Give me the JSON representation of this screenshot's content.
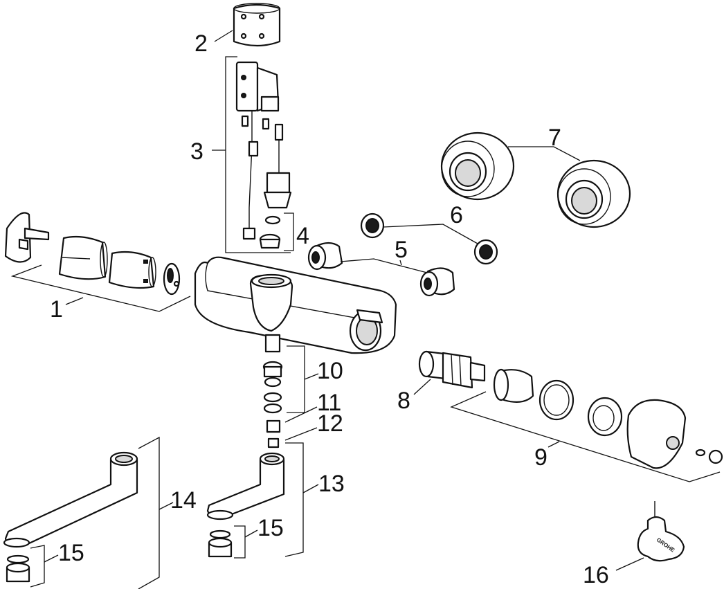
{
  "part_numbers": {
    "p1": "1",
    "p2": "2",
    "p3": "3",
    "p4": "4",
    "p5": "5",
    "p6": "6",
    "p7": "7",
    "p8": "8",
    "p9": "9",
    "p10": "10",
    "p11": "11",
    "p12": "12",
    "p13": "13",
    "p14": "14",
    "p15a": "15",
    "p15b": "15",
    "p16": "16"
  },
  "key_brand": "GROHE"
}
